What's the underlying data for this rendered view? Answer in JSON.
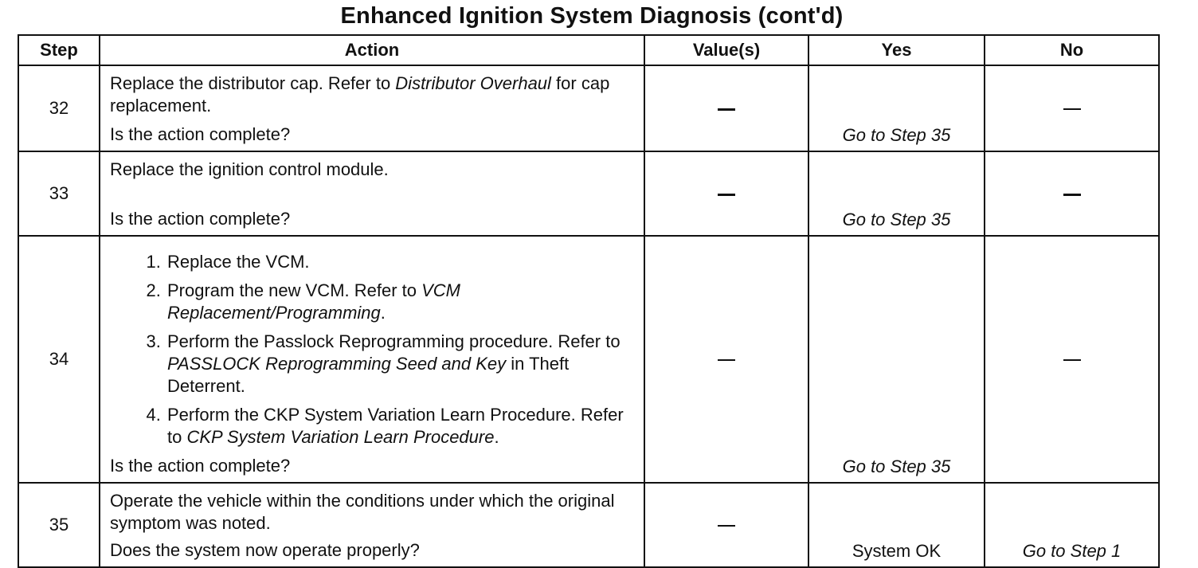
{
  "title": "Enhanced Ignition System Diagnosis  (cont'd)",
  "columns": {
    "step": "Step",
    "action": "Action",
    "values": "Value(s)",
    "yes": "Yes",
    "no": "No"
  },
  "rows": [
    {
      "step": "32",
      "action_text_1": "Replace the distributor cap. Refer to ",
      "action_ref": "Distributor Overhaul",
      "action_text_2": " for cap replacement.",
      "question": "Is the action complete?",
      "value": "—",
      "yes": "Go to Step 35",
      "no": "—"
    },
    {
      "step": "33",
      "action_text_1": "Replace the ignition control module.",
      "question": "Is the action complete?",
      "value": "—",
      "yes": "Go to Step 35",
      "no": "—"
    },
    {
      "step": "34",
      "items": [
        {
          "text_1": "Replace the VCM."
        },
        {
          "text_1": "Program the new VCM. Refer to ",
          "ref": "VCM Replacement/Programming",
          "text_2": "."
        },
        {
          "text_1": "Perform the Passlock Reprogramming procedure. Refer to ",
          "ref": "PASSLOCK Reprogramming Seed and Key",
          "text_2": " in Theft Deterrent."
        },
        {
          "text_1": "Perform the CKP System Variation Learn Procedure. Refer to ",
          "ref": "CKP System Variation Learn Procedure",
          "text_2": "."
        }
      ],
      "question": "Is the action complete?",
      "value": "—",
      "yes": "Go to Step 35",
      "no": "—"
    },
    {
      "step": "35",
      "action_text_1": "Operate the vehicle within the conditions under which the original symptom was noted.",
      "question": "Does the system now operate properly?",
      "value": "—",
      "yes": "System OK",
      "no": "Go to Step 1"
    }
  ]
}
